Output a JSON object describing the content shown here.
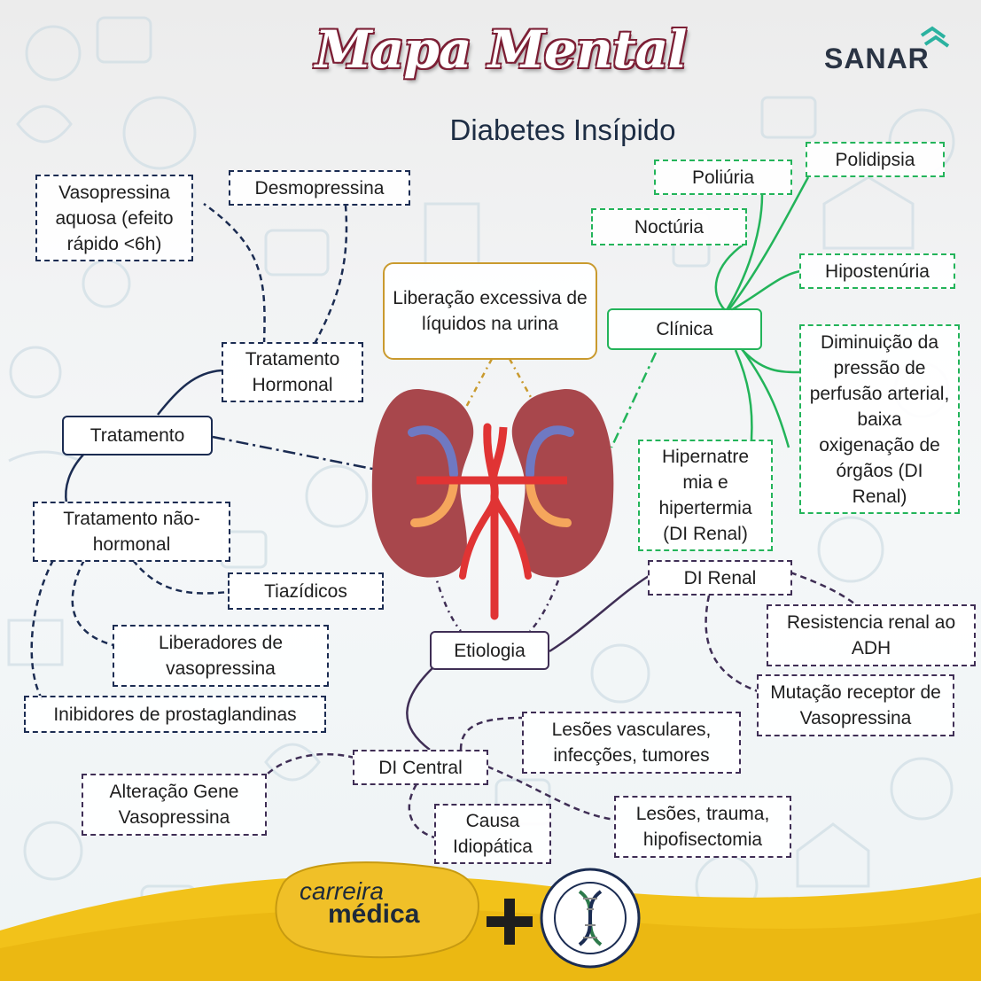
{
  "header": {
    "title": "Mapa Mental",
    "subtitle": "Diabetes Insípido",
    "logo_text": "SANAR"
  },
  "nodes": {
    "center": "Liberação excessiva de líquidos na urina",
    "tratamento": "Tratamento",
    "tratamento_hormonal": "Tratamento Hormonal",
    "vasopressina_aquosa": "Vasopressina aquosa (efeito rápido <6h)",
    "desmopressina": "Desmopressina",
    "tratamento_nao_hormonal": "Tratamento não-hormonal",
    "tiazidicos": "Tiazídicos",
    "liberadores": "Liberadores de vasopressina",
    "inibidores": "Inibidores de prostaglandinas",
    "clinica": "Clínica",
    "poliuria": "Poliúria",
    "polidipsia": "Polidipsia",
    "nocturia": "Noctúria",
    "hipostenuria": "Hipostenúria",
    "diminuicao": "Diminuição da pressão de perfusão arterial, baixa oxigenação de órgãos (DI Renal)",
    "hipernatremia": "Hipernatre mia e hipertermia (DI Renal)",
    "etiologia": "Etiologia",
    "di_renal": "DI Renal",
    "resistencia": "Resistencia renal ao ADH",
    "mutacao": "Mutação receptor de Vasopressina",
    "di_central": "DI Central",
    "lesoes_vasculares": "Lesões vasculares, infecções, tumores",
    "alteracao_gene": "Alteração Gene Vasopressina",
    "causa_idiopatica": "Causa Idiopática",
    "lesoes_trauma": "Lesões, trauma, hipofisectomia"
  },
  "footer": {
    "brand_line1": "carreira",
    "brand_line2": "médica"
  },
  "colors": {
    "navy": "#1b2c52",
    "green": "#23b45a",
    "purple": "#3f2e55",
    "gold": "#c99a2e",
    "kidney": "#a8474c",
    "title_outline": "#7d2036",
    "footer_yellow": "#f2c21a"
  }
}
